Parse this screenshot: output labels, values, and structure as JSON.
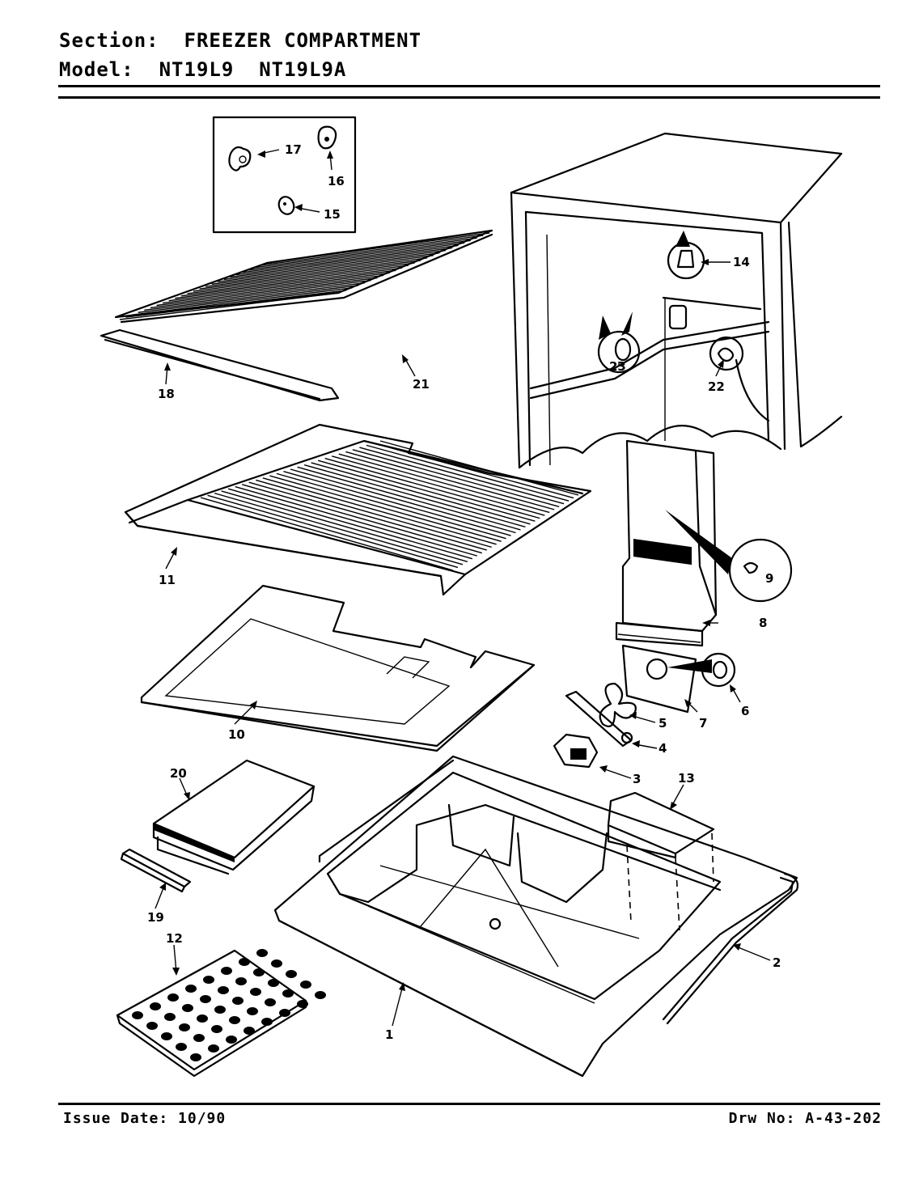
{
  "header": {
    "section_label": "Section:",
    "section_value": "FREEZER COMPARTMENT",
    "model_label": "Model:",
    "model_values": "NT19L9  NT19L9A"
  },
  "footer": {
    "issue_date": "Issue Date: 10/90",
    "drawing_no": "Drw No: A-43-202"
  },
  "callouts": {
    "c1": "1",
    "c2": "2",
    "c3": "3",
    "c4": "4",
    "c5": "5",
    "c6": "6",
    "c7": "7",
    "c8": "8",
    "c9": "9",
    "c10": "10",
    "c11": "11",
    "c12": "12",
    "c13": "13",
    "c14": "14",
    "c15": "15",
    "c16": "16",
    "c17": "17",
    "c18": "18",
    "c19": "19",
    "c20": "20",
    "c21": "21",
    "c22": "22",
    "c23": "23"
  }
}
